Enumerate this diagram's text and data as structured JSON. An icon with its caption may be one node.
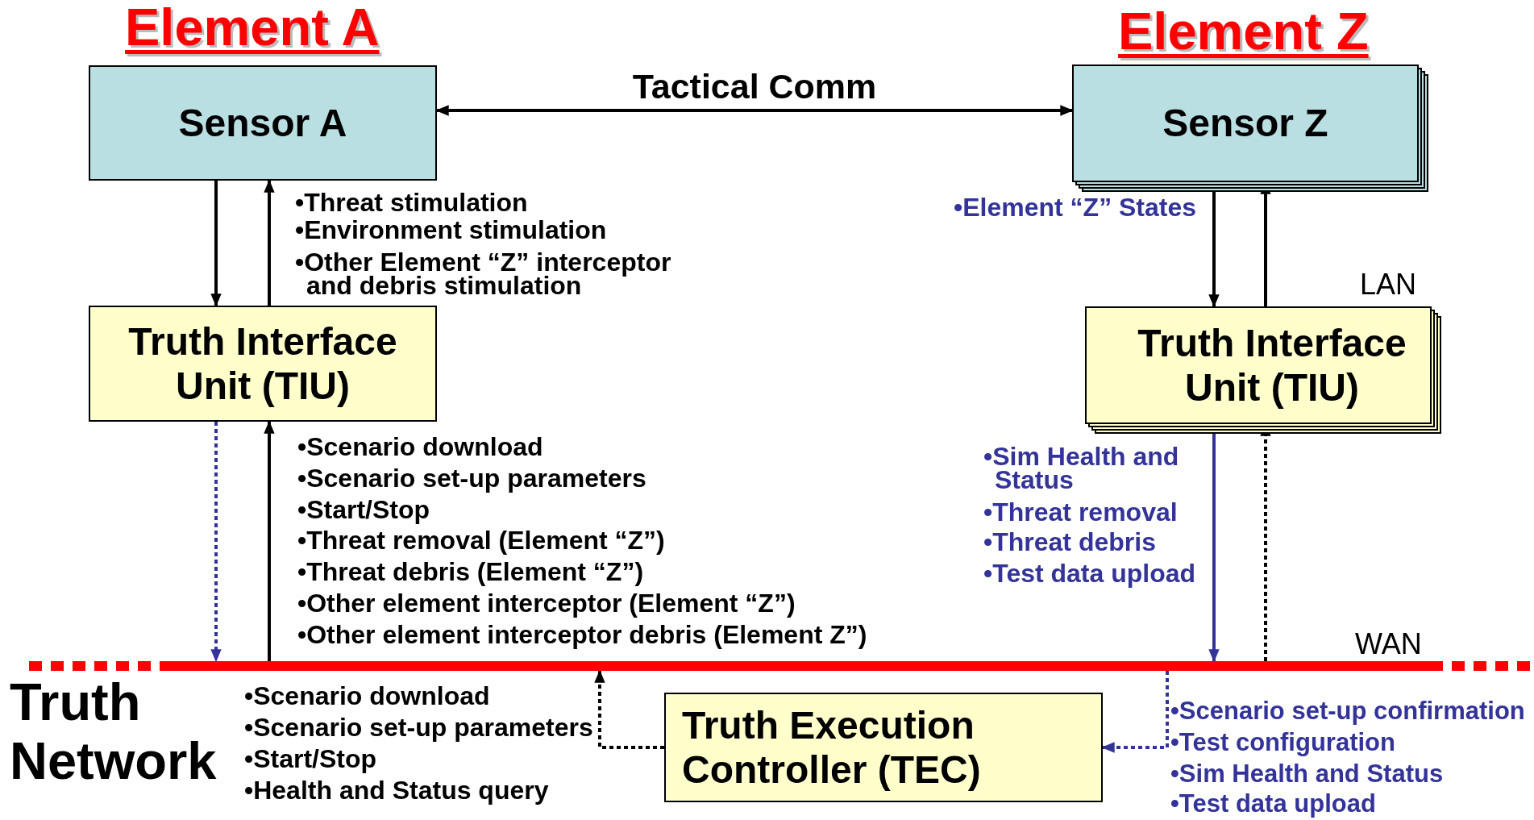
{
  "diagram": {
    "nodes": [
      {
        "text": [
          "Sensor A"
        ],
        "beside": [
          "Element A"
        ]
      },
      {
        "text": [
          "Truth Interface Unit (TIU)"
        ]
      },
      {
        "text": [
          "Sensor Z"
        ],
        "beside": [
          "Element Z"
        ]
      },
      {
        "text": [
          "Truth Interface Unit (TIU)"
        ]
      },
      {
        "text": [],
        "shape": "bar",
        "beside": [
          "Truth Network",
          "WAN"
        ]
      },
      {
        "text": [
          "Truth Execution Controller (TEC)"
        ]
      }
    ],
    "edges": [
      {
        "from": 0,
        "to": 2,
        "arrow": "both",
        "label": "Tactical Comm"
      },
      {
        "from": 0,
        "to": 1,
        "arrow": "to"
      },
      {
        "from": 1,
        "to": 0,
        "arrow": "to"
      },
      {
        "from": 2,
        "to": 3,
        "arrow": "to"
      },
      {
        "from": 3,
        "to": 2,
        "arrow": "to"
      },
      {
        "from": 1,
        "to": 4,
        "arrow": "to",
        "style": "dashed",
        "color": "#333399"
      },
      {
        "from": 4,
        "to": 1,
        "arrow": "to"
      },
      {
        "from": 3,
        "to": 4,
        "arrow": "to",
        "color": "#333399"
      },
      {
        "from": 4,
        "to": 3,
        "arrow": "to",
        "style": "dashed"
      },
      {
        "from": 5,
        "to": 4,
        "arrow": "to",
        "style": "dashed"
      },
      {
        "from": 4,
        "to": 5,
        "arrow": "to",
        "style": "dashed",
        "color": "#333399"
      }
    ],
    "labels": [
      "•Element “Z” States",
      "•Threat stimulation",
      "•Environment stimulation",
      "•Other Element “Z” interceptor and debris stimulation",
      "LAN",
      "•Sim Health and Status",
      "•Threat removal",
      "•Threat debris",
      "•Test data upload",
      "•Scenario download",
      "•Scenario set-up parameters",
      "•Start/Stop",
      "•Threat removal (Element “Z”)",
      "•Threat debris (Element “Z”)",
      "•Other element interceptor (Element “Z”)",
      "•Other element interceptor debris (Element Z”)",
      "•Scenario download",
      "•Scenario set-up parameters",
      "•Start/Stop",
      "•Health and Status query",
      "•Scenario set-up confirmation",
      "•Test configuration",
      "•Sim Health and Status",
      "•Test data upload"
    ]
  }
}
